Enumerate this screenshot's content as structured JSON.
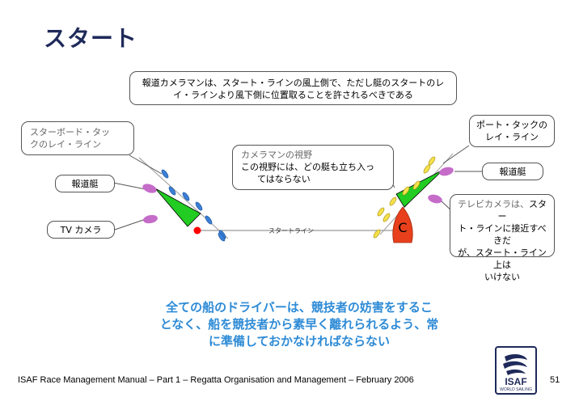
{
  "slide": {
    "title": "スタート",
    "top_callout": {
      "line1": "報道カメラマンは、スタート・ラインの風上側で、ただし艇のスタートのレ",
      "line2": "イ・ラインより風下側に位置取ることを許されるべきである"
    },
    "starboard_callout": {
      "line1": "スターボード・タッ",
      "line2": "クのレイ・ライン"
    },
    "press_boat_left": "報道艇",
    "tv_camera": "TV カメラ",
    "cameraman_callout": {
      "title": "カメラマンの視野",
      "line1": "この視野には、どの艇も立ち入っ",
      "line2": "てはならない"
    },
    "port_callout": {
      "line1": "ポート・タックの",
      "line2": "レイ・ライン"
    },
    "press_boat_right": "報道艇",
    "tv_camera_callout": {
      "line1_gray": "テレビカメラは、",
      "line1_black": "スター",
      "line2": "ト・ラインに接近すべきだ",
      "line3": "が、スタート・ライン上は",
      "line4": "いけない"
    },
    "start_line_label": "スタートライン",
    "committee_boat_label": "C",
    "note": {
      "line1": "全ての船のドライバーは、競技者の妨害をするこ",
      "line2": "となく、船を競技者から素早く離れられるよう、常",
      "line3": "に準備しておかなければならない"
    },
    "footer": "ISAF Race Management Manual – Part 1 – Regatta Organisation and Management – February 2006",
    "page_number": "51",
    "logo_text": "ISAF",
    "logo_subtext": "WORLD SAILING"
  },
  "colors": {
    "title": "#1f2a5a",
    "note": "#2e8bd6",
    "press_boat": "#c56cc9",
    "camera_field": "#22cc22",
    "committee_boat": "#e8401c",
    "competitor_left": "#3a7fd6",
    "competitor_right": "#f5e04a",
    "pin_buoy": "#ff0000"
  }
}
